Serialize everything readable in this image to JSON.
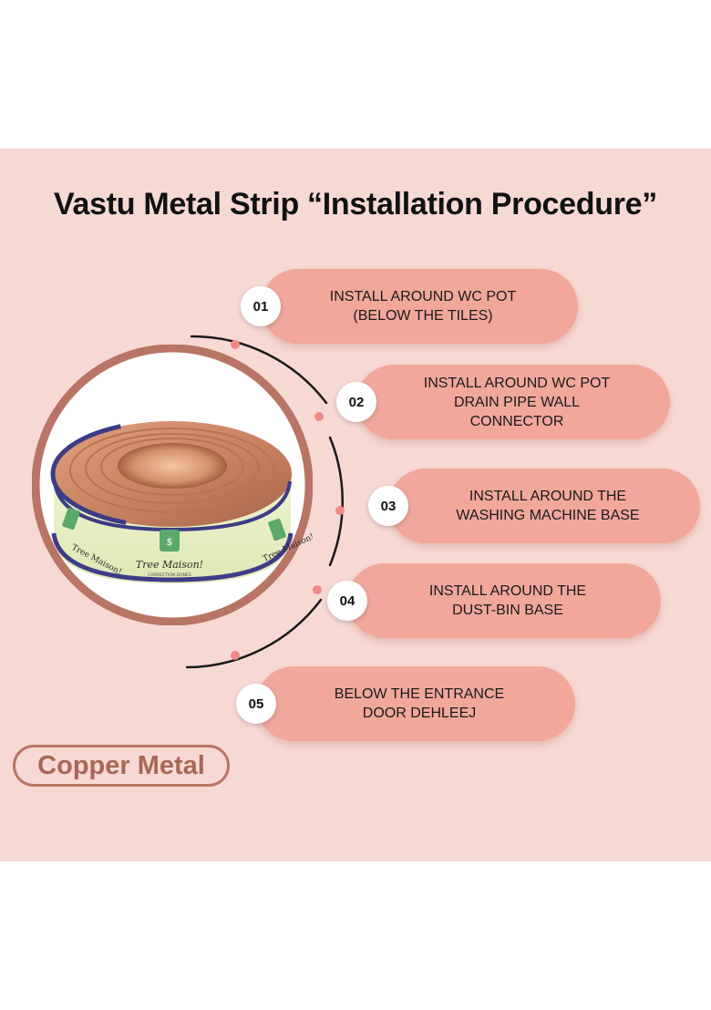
{
  "title": "Vastu Metal Strip “Installation Procedure”",
  "badge": "Copper Metal",
  "product": {
    "label_text": "Tree Maison!",
    "label_sub": "CORRECTION DONES"
  },
  "steps": [
    {
      "number": "01",
      "text": "INSTALL AROUND WC POT\n(BELOW THE TILES)"
    },
    {
      "number": "02",
      "text": "INSTALL AROUND WC POT\nDRAIN PIPE WALL\nCONNECTOR"
    },
    {
      "number": "03",
      "text": "INSTALL AROUND THE\nWASHING MACHINE BASE"
    },
    {
      "number": "04",
      "text": "INSTALL AROUND THE\nDUST-BIN BASE"
    },
    {
      "number": "05",
      "text": "BELOW THE ENTRANCE\nDOOR DEHLEEJ"
    }
  ],
  "colors": {
    "background": "#f7d9d4",
    "pill": "#f2a79c",
    "ring": "#b87464",
    "accent_dot": "#f08a86"
  }
}
